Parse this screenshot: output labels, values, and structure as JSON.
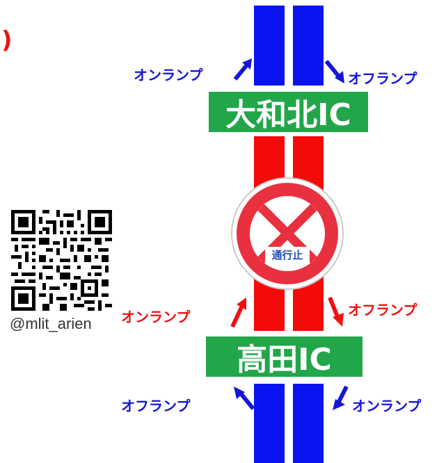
{
  "colors": {
    "open_lane": "#0a14f0",
    "closed_lane": "#f50a0a",
    "ic_green": "#21a64a",
    "ramp_blue": "#1515d8",
    "ramp_red": "#ee1111",
    "sign_red": "#e8303e",
    "sign_blue": "#1f4fb4",
    "text_handle": "#333333"
  },
  "fragment": {
    "text": ")"
  },
  "upper": {
    "ic_name": "大和北IC",
    "left_ramp": "オンランプ",
    "right_ramp": "オフランプ"
  },
  "middle": {
    "sign_text": "通行止",
    "left_ramp": "オンランプ",
    "right_ramp": "オフランプ"
  },
  "lower": {
    "ic_name": "高田IC",
    "left_ramp": "オフランプ",
    "right_ramp": "オンランプ"
  },
  "social": {
    "handle": "@mlit_arien",
    "qr_icon": "qr-code-icon"
  }
}
